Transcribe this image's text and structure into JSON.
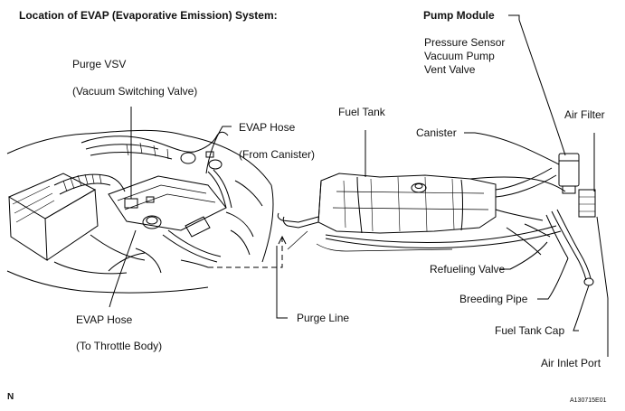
{
  "title": "Location of EVAP (Evaporative Emission) System:",
  "labels": {
    "pump_module": "Pump Module",
    "pressure_sensor": "Pressure Sensor",
    "vacuum_pump": "Vacuum Pump",
    "vent_valve": "Vent Valve",
    "purge_vsv": "Purge VSV",
    "purge_vsv_full": "(Vacuum Switching Valve)",
    "evap_hose_canister": "EVAP Hose",
    "from_canister": "(From Canister)",
    "fuel_tank": "Fuel Tank",
    "air_filter": "Air Filter",
    "canister": "Canister",
    "refueling_valve": "Refueling Valve",
    "breeding_pipe": "Breeding Pipe",
    "fuel_tank_cap": "Fuel Tank Cap",
    "air_inlet_port": "Air Inlet Port",
    "purge_line": "Purge Line",
    "evap_hose_throttle": "EVAP Hose",
    "to_throttle_body": "(To Throttle Body)"
  },
  "footer": {
    "left_mark": "N",
    "figure_code": "A130715E01"
  }
}
